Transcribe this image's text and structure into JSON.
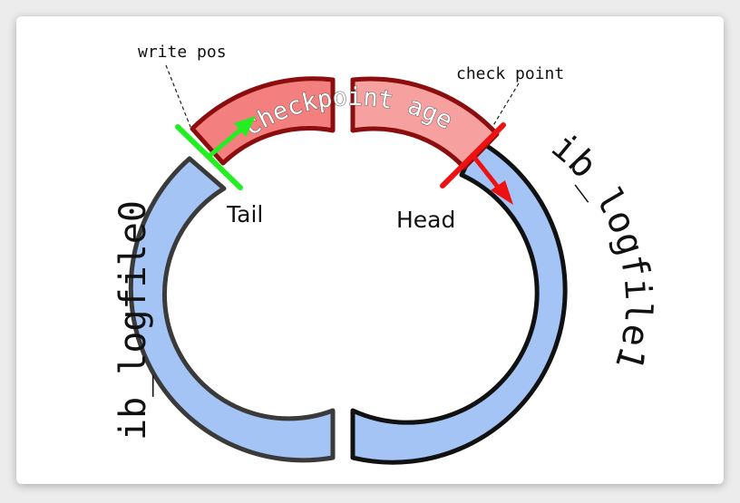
{
  "labels": {
    "write_pos": "write pos",
    "check_point": "check point",
    "checkpoint_age": "checkpoint age",
    "tail": "Tail",
    "head": "Head",
    "file0": "ib_logfile0",
    "file1": "ib_logfile1"
  },
  "colors": {
    "log_fill": "#a3c4f5",
    "age_fill": "#f48b8b",
    "age_stroke": "#8b0d0d",
    "write_marker": "#22ee22",
    "checkpoint_marker": "#ee1111"
  }
}
